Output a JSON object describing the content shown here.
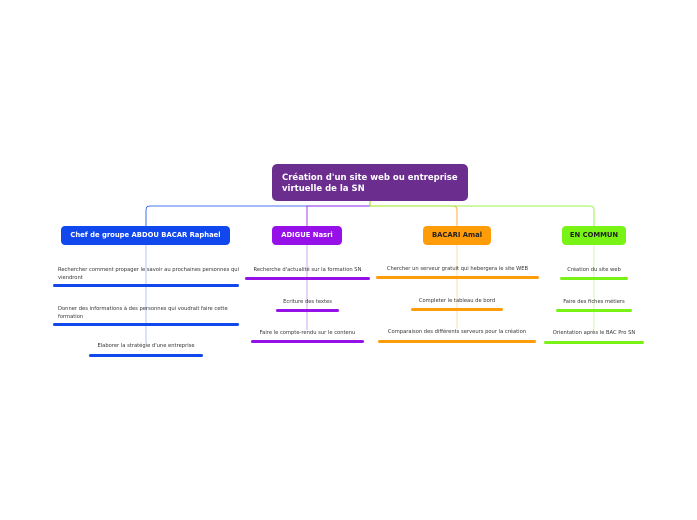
{
  "root": {
    "label": "Création d'un site web ou entreprise virtuelle de la SN"
  },
  "branches": [
    {
      "label": "Chef de groupe ABDOU BACAR Raphael",
      "color": "#1048ee",
      "items": [
        "Rechercher comment propager le savoir au prochaines personnes qui viendront",
        "Donner des informations à des personnes qui voudrait faire cette formation",
        "Elaborer la stratégie d'une entreprise"
      ]
    },
    {
      "label": "ADIGUE Nasri",
      "color": "#9611e8",
      "items": [
        "Recherche d'actualité sur la formation SN",
        "Ecriture des textes",
        "Faire le compte-rendu sur le contenu"
      ]
    },
    {
      "label": "BACARI Amal",
      "color": "#ff9c0a",
      "items": [
        "Chercher un serveur gratuit qui hebergera le site WEB",
        "Completer le tableau de bord",
        "Comparaison des différents serveurs pour la création"
      ]
    },
    {
      "label": "EN COMMUN",
      "color": "#79f315",
      "items": [
        "Création du site web",
        "Faire des fiches métiers",
        "Orientation après le BAC Pro SN"
      ]
    }
  ]
}
